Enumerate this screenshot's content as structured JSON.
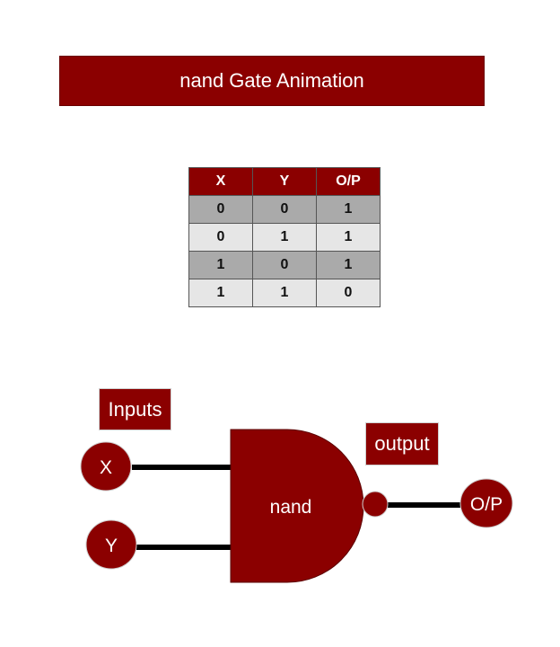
{
  "title": "nand Gate Animation",
  "truth_table": {
    "headers": [
      "X",
      "Y",
      "O/P"
    ],
    "rows": [
      [
        "0",
        "0",
        "1"
      ],
      [
        "0",
        "1",
        "1"
      ],
      [
        "1",
        "0",
        "1"
      ],
      [
        "1",
        "1",
        "0"
      ]
    ]
  },
  "circuit": {
    "inputs_label": "Inputs",
    "output_label": "output",
    "gate_label": "nand",
    "input_x": "X",
    "input_y": "Y",
    "output_node": "O/P"
  },
  "colors": {
    "primary": "#8b0000",
    "header_text": "#ffffff",
    "row_dark": "#aaaaaa",
    "row_light": "#e6e6e6",
    "wire": "#000000"
  }
}
